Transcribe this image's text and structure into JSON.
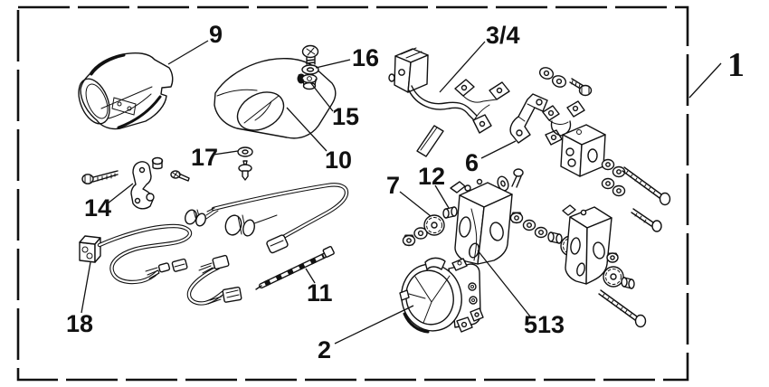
{
  "figure": {
    "type": "exploded-parts-diagram",
    "background_color": "#ffffff",
    "line_color": "#111111"
  },
  "callouts": {
    "c1": {
      "label": "1"
    },
    "c2": {
      "label": "2"
    },
    "c3_4": {
      "label": "3/4"
    },
    "c5_13": {
      "label": "513"
    },
    "c6": {
      "label": "6"
    },
    "c7": {
      "label": "7"
    },
    "c9": {
      "label": "9"
    },
    "c10": {
      "label": "10"
    },
    "c11": {
      "label": "11"
    },
    "c12": {
      "label": "12"
    },
    "c14": {
      "label": "14"
    },
    "c15": {
      "label": "15"
    },
    "c16": {
      "label": "16"
    },
    "c17": {
      "label": "17"
    },
    "c18": {
      "label": "18"
    }
  }
}
